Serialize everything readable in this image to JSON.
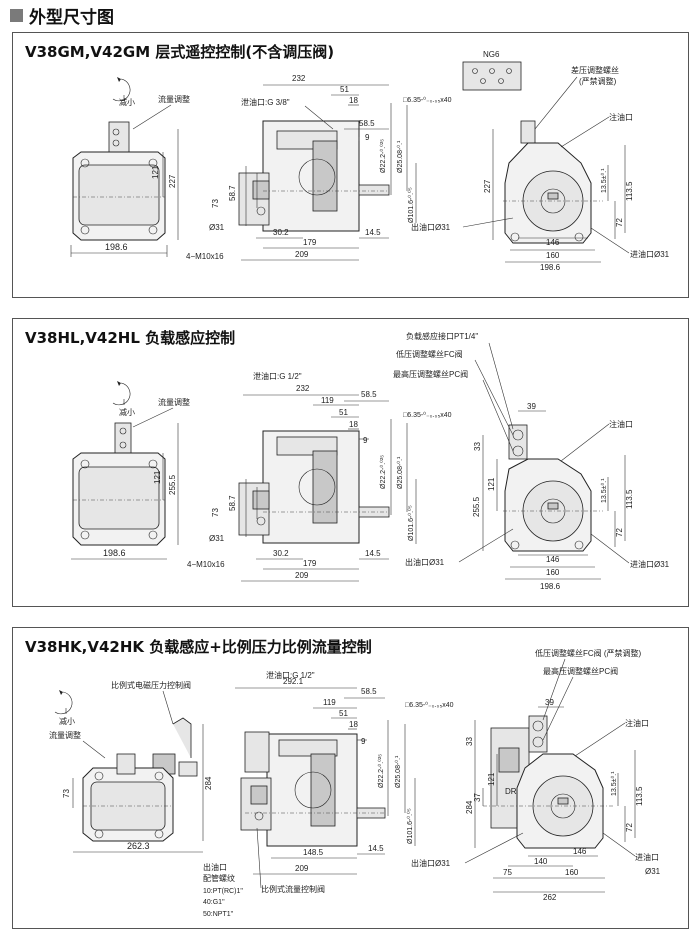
{
  "header": {
    "title": "外型尺寸图"
  },
  "panel1": {
    "title": "V38GM,V42GM 层式遥控控制(不含调压阀)",
    "dial": "减小",
    "flow_adjust": "流量调整",
    "drain": "泄油口:G 3/8\"",
    "shaft": "□6.35-⁰₋₀.₀₅x40",
    "ng6": "NG6",
    "diff_screw": "差压调整螺丝",
    "diff_screw_note": "(严禁调整)",
    "inlet_fill": "注油口",
    "outlet": "出油口Ø31",
    "inlet": "进油口Ø31",
    "ports_left": "Ø31",
    "bolts": "4−M10x16",
    "d198_6a": "198.6",
    "d121": "121",
    "d227": "227",
    "d232": "232",
    "d51": "51",
    "d18": "18",
    "d58_5": "58.5",
    "d9": "9",
    "d73": "73",
    "d58_7": "58.7",
    "d30_2": "30.2",
    "d179": "179",
    "d209": "209",
    "d14_5": "14.5",
    "d22_2": "Ø22.2-⁰.⁰²⁵",
    "d25_08": "Ø25.08-⁰.¹",
    "d101_6": "Ø101.6-⁰.⁰⁵",
    "d13_5": "13.5±⁰.¹",
    "d113_5": "113.5",
    "d72": "72",
    "d227r": "227",
    "d146": "146",
    "d160": "160",
    "d198_6b": "198.6"
  },
  "panel2": {
    "title": "V38HL,V42HL 负载感应控制",
    "dial": "减小",
    "flow_adjust": "流量调整",
    "drain": "泄油口:G 1/2\"",
    "shaft": "□6.35-⁰₋₀.₀₅x40",
    "load_port": "负载感应接口PT1/4\"",
    "low_screw": "低压调整螺丝FC阀",
    "high_screw": "最高压调整螺丝PC阀",
    "inlet_fill": "注油口",
    "outlet": "出油口Ø31",
    "inlet": "进油口Ø31",
    "ports_left": "Ø31",
    "bolts": "4−M10x16",
    "d198_6a": "198.6",
    "d121": "121",
    "d255_5": "255.5",
    "d232": "232",
    "d119": "119",
    "d58_5": "58.5",
    "d51": "51",
    "d18": "18",
    "d9": "9",
    "d73": "73",
    "d58_7": "58.7",
    "d30_2": "30.2",
    "d179": "179",
    "d209": "209",
    "d14_5": "14.5",
    "d22_2": "Ø22.2-⁰.⁰²⁵",
    "d25_08": "Ø25.08-⁰.¹",
    "d101_6": "Ø101.6-⁰.⁰⁵",
    "d39": "39",
    "d33": "33",
    "d255_5r": "255.5",
    "d121r": "121",
    "d13_5": "13.5±⁰.¹",
    "d113_5": "113.5",
    "d72": "72",
    "d146": "146",
    "d160": "160",
    "d198_6b": "198.6"
  },
  "panel3": {
    "title": "V38HK,V42HK 负载感应+比例压力比例流量控制",
    "dial": "减小",
    "flow_adjust": "流量调整",
    "prop_pressure": "比例式电磁压力控制阀",
    "drain": "泄油口:G 1/2\"",
    "shaft": "□6.35-⁰₋₀.₀₅x40",
    "low_screw": "低压调整螺丝FC阀 (严禁调整)",
    "high_screw": "最高压调整螺丝PC阀",
    "inlet_fill": "注油口",
    "dr": "DR",
    "outlet_fit": "出油口",
    "fitting": "配管螺纹",
    "fit10": "10:PT(RC)1\"",
    "fit40": "40:G1\"",
    "fit50": "50:NPT1\"",
    "prop_flow": "比例式流量控制阀",
    "outlet": "出油口Ø31",
    "inlet": "进油口",
    "inlet_d": "Ø31",
    "d262_3": "262.3",
    "d73": "73",
    "d284": "284",
    "d292_1": "292.1",
    "d119": "119",
    "d58_5": "58.5",
    "d51": "51",
    "d18": "18",
    "d9": "9",
    "d148_5": "148.5",
    "d209": "209",
    "d14_5": "14.5",
    "d22_2": "Ø22.2-⁰.⁰²⁵",
    "d25_08": "Ø25.08-⁰.¹",
    "d101_6": "Ø101.6-⁰.⁰⁵",
    "d39": "39",
    "d33": "33",
    "d284r": "284",
    "d37": "37",
    "d121r": "121",
    "d13_5": "13.5±⁰.¹",
    "d113_5": "113.5",
    "d72": "72",
    "d146": "146",
    "d140": "140",
    "d75": "75",
    "d160": "160",
    "d262": "262"
  }
}
